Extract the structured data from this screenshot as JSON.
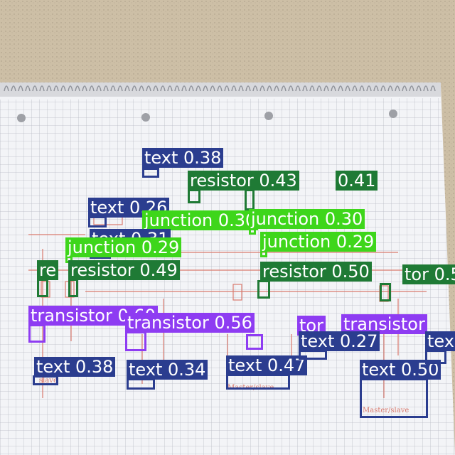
{
  "colors": {
    "text": "#2b3d8f",
    "resistor": "#1f7a35",
    "junction": "#3ed61b",
    "transistor": "#8e3cf2"
  },
  "detections": [
    {
      "cls": "text",
      "label": "text 0.38"
    },
    {
      "cls": "resistor",
      "label": "resistor 0.43"
    },
    {
      "cls": "resistor",
      "label": "0.41"
    },
    {
      "cls": "text",
      "label": "text 0.26"
    },
    {
      "cls": "junction",
      "label": "junction 0.30"
    },
    {
      "cls": "junction",
      "label": "junction 0.30"
    },
    {
      "cls": "text",
      "label": "text 0.31"
    },
    {
      "cls": "junction",
      "label": "junction 0.29"
    },
    {
      "cls": "junction",
      "label": "junction 0.29"
    },
    {
      "cls": "resistor",
      "label": "resistor 0.49"
    },
    {
      "cls": "resistor",
      "label": "resistor 0.50"
    },
    {
      "cls": "resistor",
      "label": "re"
    },
    {
      "cls": "resistor",
      "label": "tor 0.5"
    },
    {
      "cls": "transistor",
      "label": "transistor 0.60"
    },
    {
      "cls": "transistor",
      "label": "transistor 0.56"
    },
    {
      "cls": "transistor",
      "label": "transistor"
    },
    {
      "cls": "transistor",
      "label": "tor"
    },
    {
      "cls": "text",
      "label": "text 0.38"
    },
    {
      "cls": "text",
      "label": "text 0.34"
    },
    {
      "cls": "text",
      "label": "text 0.47"
    },
    {
      "cls": "text",
      "label": "text 0.27"
    },
    {
      "cls": "text",
      "label": "text 0.50"
    },
    {
      "cls": "text",
      "label": "tex"
    }
  ],
  "handwriting": {
    "left_label": "Master/slave",
    "right_label": "Master/slave",
    "small_label": "slave"
  }
}
